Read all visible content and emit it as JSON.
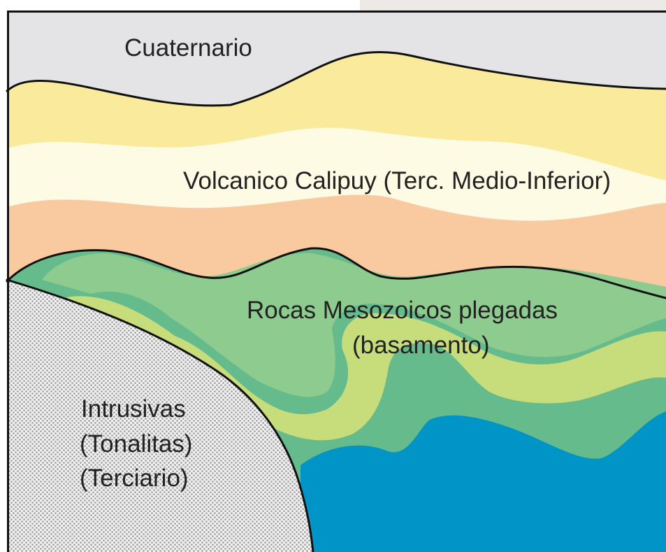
{
  "colors": {
    "cuaternario": "#e4e4e6",
    "volcanic_yellow": "#f9eb9b",
    "volcanic_cream": "#fdfbe4",
    "volcanic_peach": "#f9c9a0",
    "mesozoic_green": "#66bb8c",
    "mesozoic_light_green": "#8dcb8f",
    "mesozoic_yellow_green": "#c7dc7a",
    "basement_blue": "#0095c6",
    "intrusive_gray": "#a8a8a8",
    "contact_line": "#111111",
    "outside_corner": "#ece9e6"
  },
  "labels": {
    "cuaternario": "Cuaternario",
    "volcanico": "Volcanico Calipuy (Terc. Medio-Inferior)",
    "rocas_line1": "Rocas Mesozoicos plegadas",
    "rocas_line2": "(basamento)",
    "intrusivas_line1": "Intrusivas",
    "intrusivas_line2": "(Tonalitas)",
    "intrusivas_line3": "(Terciario)"
  }
}
